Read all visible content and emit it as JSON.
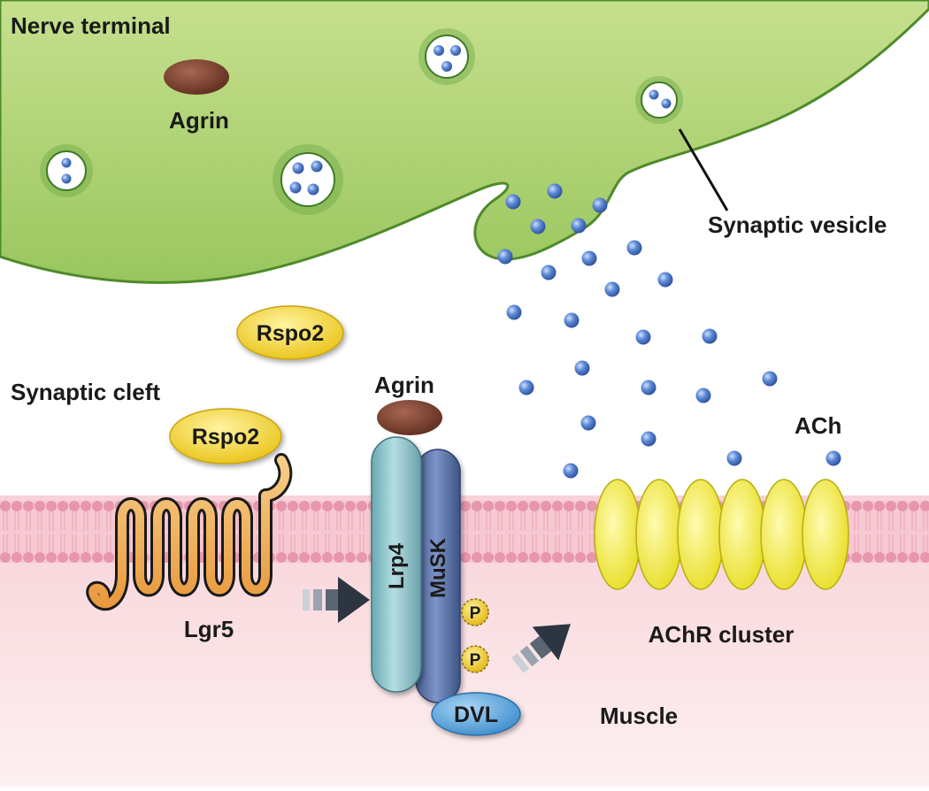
{
  "labels": {
    "nerve_terminal": "Nerve terminal",
    "agrin_terminal": "Agrin",
    "synaptic_vesicle": "Synaptic vesicle",
    "rspo2_free": "Rspo2",
    "rspo2_bound": "Rspo2",
    "synaptic_cleft": "Synaptic cleft",
    "agrin_cleft": "Agrin",
    "ach": "ACh",
    "lrp4": "Lrp4",
    "musk": "MuSK",
    "phospho_1": "P",
    "phospho_2": "P",
    "lgr5": "Lgr5",
    "achr_cluster": "AChR cluster",
    "dvl": "DVL",
    "muscle": "Muscle"
  },
  "colors": {
    "terminal_fill": "#a9cf74",
    "terminal_edge": "#4e8a2a",
    "vesicle_fill": "#ffffff",
    "ach_dot": "#4a78c8",
    "rspo2": "#f2d22a",
    "agrin": "#7a4030",
    "lrp4": "#8fc4cc",
    "musk": "#5a74a8",
    "dvl": "#5aa8de",
    "phospho": "#f2c81e",
    "lgr5": "#f2b05a",
    "achr": "#f2ee3a",
    "membrane": "#e08aa0",
    "muscle": "#fbe2e2"
  }
}
